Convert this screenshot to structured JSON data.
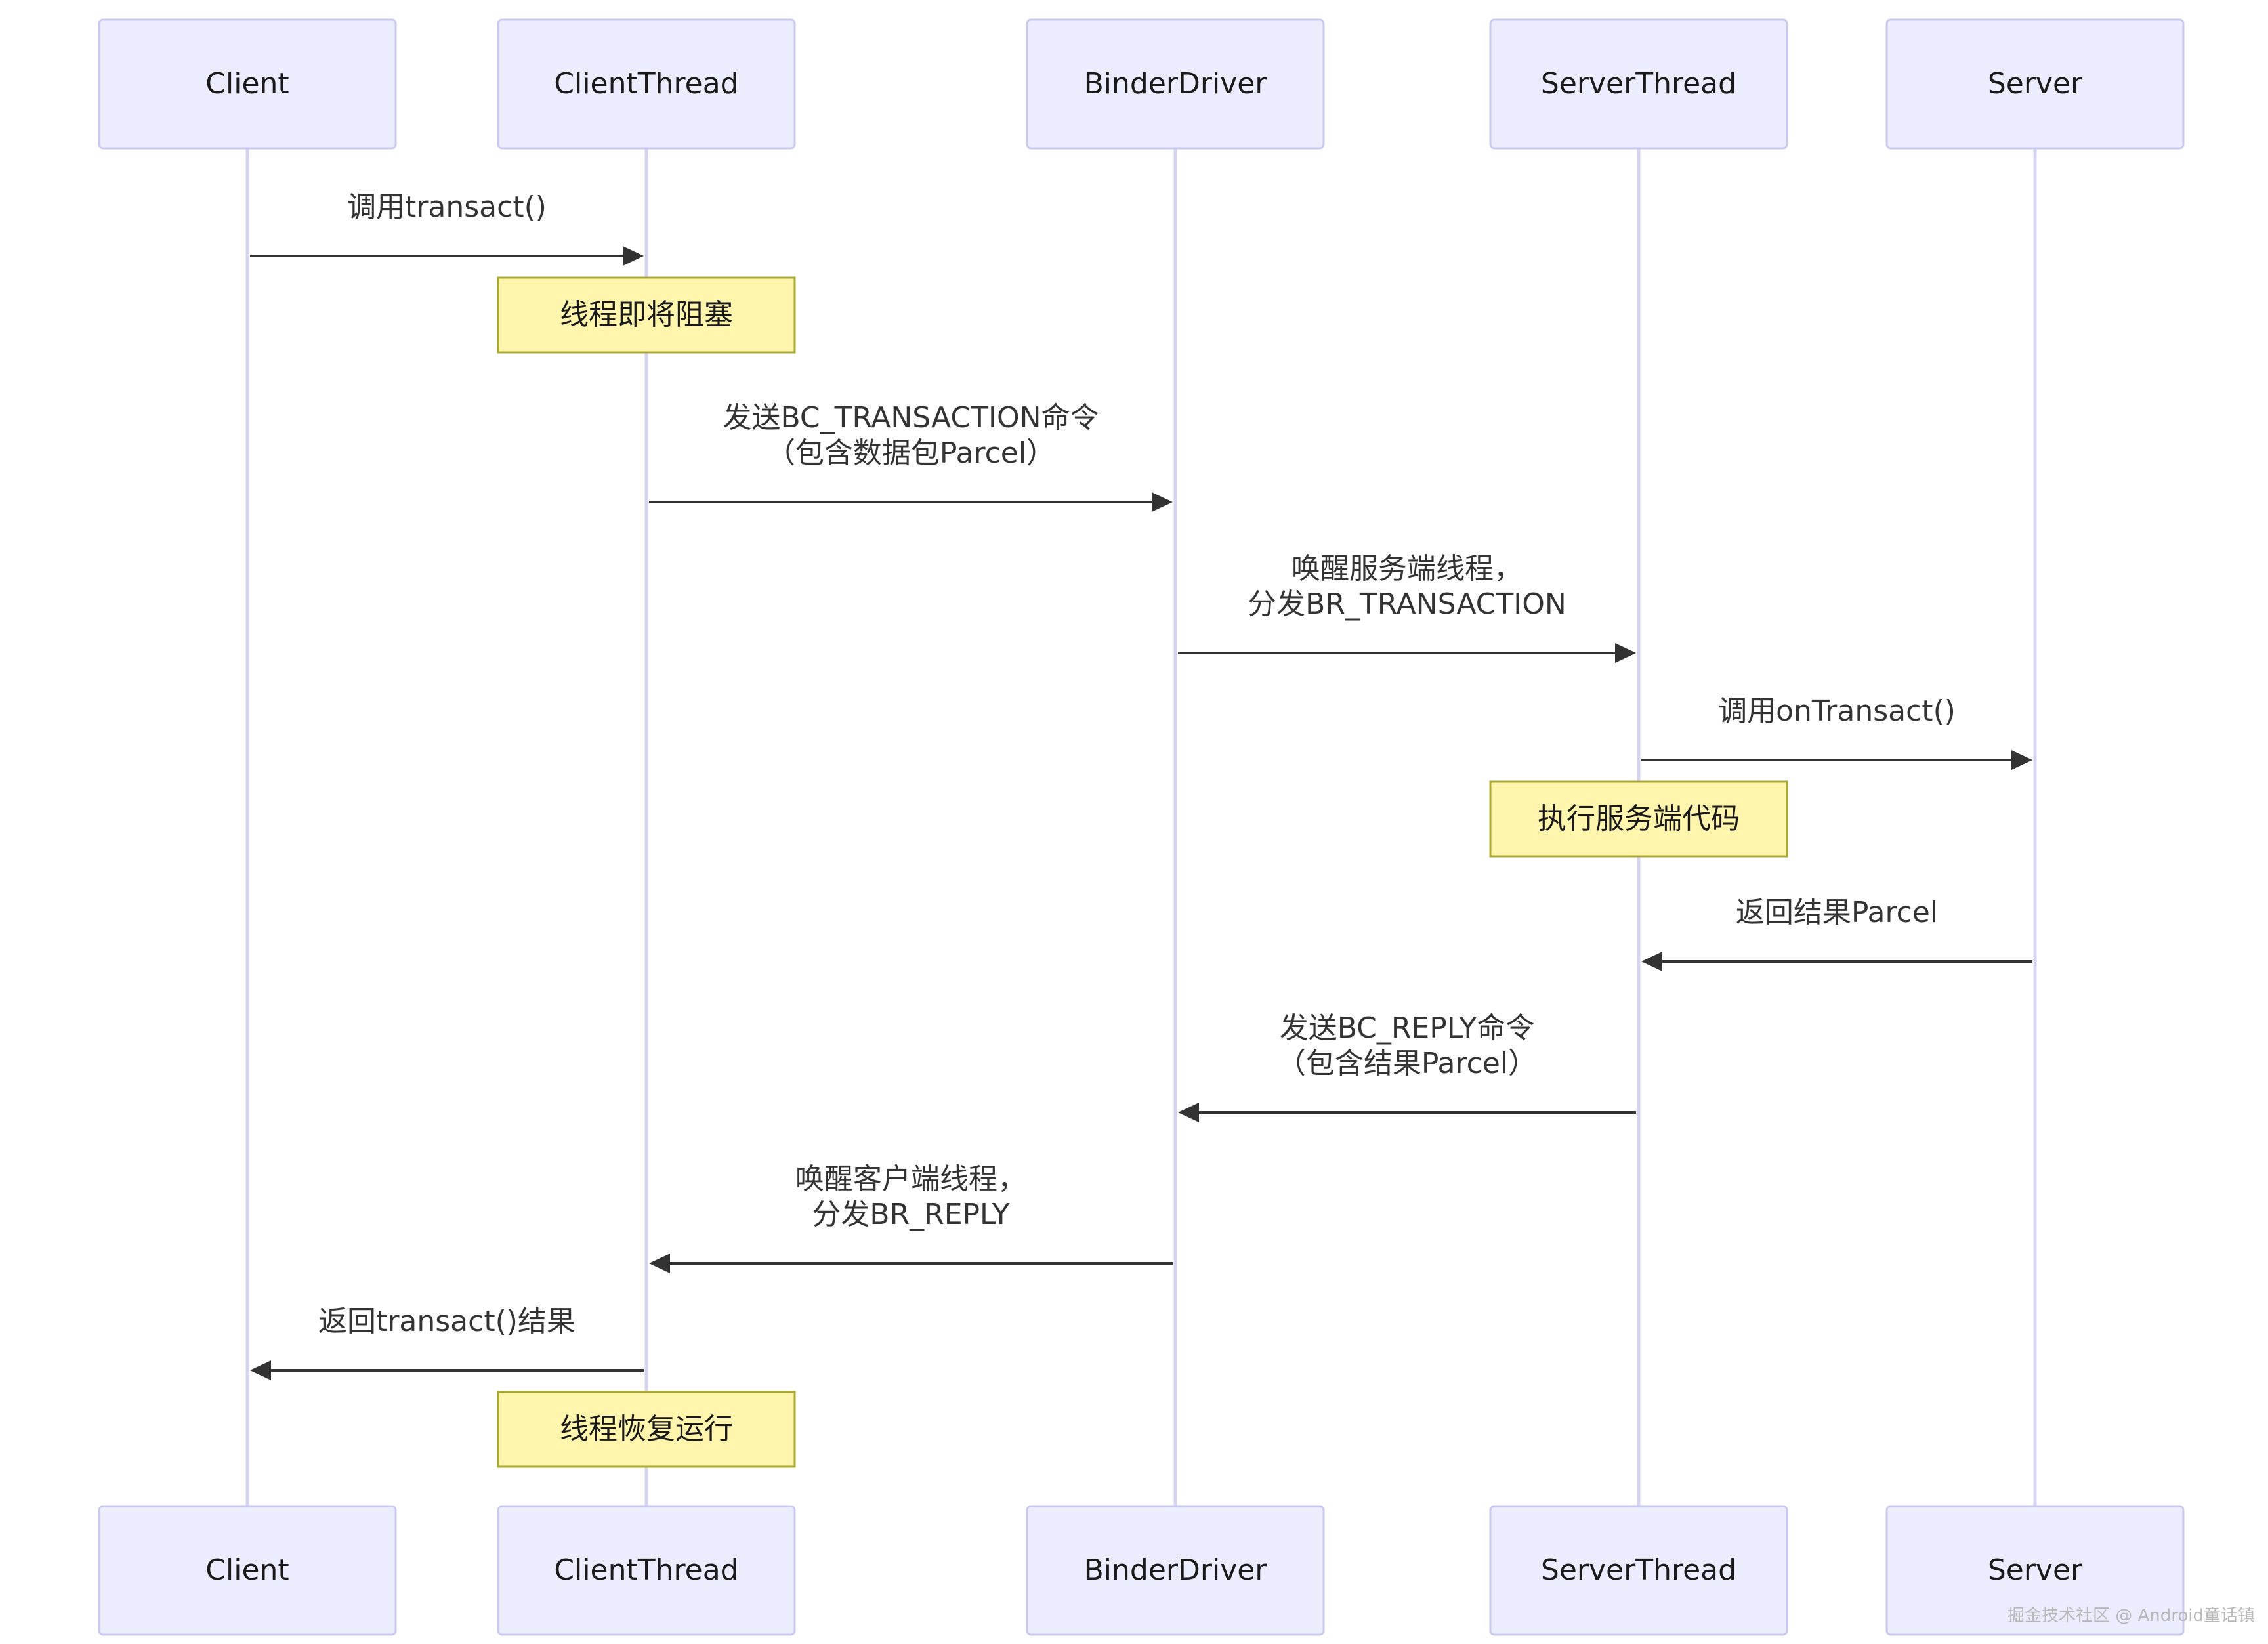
{
  "participants": [
    {
      "id": "client",
      "label": "Client"
    },
    {
      "id": "clientthread",
      "label": "ClientThread"
    },
    {
      "id": "binderdriver",
      "label": "BinderDriver"
    },
    {
      "id": "serverthread",
      "label": "ServerThread"
    },
    {
      "id": "server",
      "label": "Server"
    }
  ],
  "steps": [
    {
      "type": "message",
      "from": "client",
      "to": "clientthread",
      "lines": [
        "调用transact()"
      ]
    },
    {
      "type": "note",
      "over": "clientthread",
      "text": "线程即将阻塞"
    },
    {
      "type": "message",
      "from": "clientthread",
      "to": "binderdriver",
      "lines": [
        "发送BC_TRANSACTION命令",
        "（包含数据包Parcel）"
      ]
    },
    {
      "type": "message",
      "from": "binderdriver",
      "to": "serverthread",
      "lines": [
        "唤醒服务端线程，",
        "分发BR_TRANSACTION"
      ]
    },
    {
      "type": "message",
      "from": "serverthread",
      "to": "server",
      "lines": [
        "调用onTransact()"
      ]
    },
    {
      "type": "note",
      "over": "serverthread",
      "text": "执行服务端代码"
    },
    {
      "type": "message",
      "from": "server",
      "to": "serverthread",
      "lines": [
        "返回结果Parcel"
      ]
    },
    {
      "type": "message",
      "from": "serverthread",
      "to": "binderdriver",
      "lines": [
        "发送BC_REPLY命令",
        "（包含结果Parcel）"
      ]
    },
    {
      "type": "message",
      "from": "binderdriver",
      "to": "clientthread",
      "lines": [
        "唤醒客户端线程，",
        "分发BR_REPLY"
      ]
    },
    {
      "type": "message",
      "from": "clientthread",
      "to": "client",
      "lines": [
        "返回transact()结果"
      ]
    },
    {
      "type": "note",
      "over": "clientthread",
      "text": "线程恢复运行"
    }
  ],
  "watermark": "掘金技术社区 @ Android童话镇"
}
